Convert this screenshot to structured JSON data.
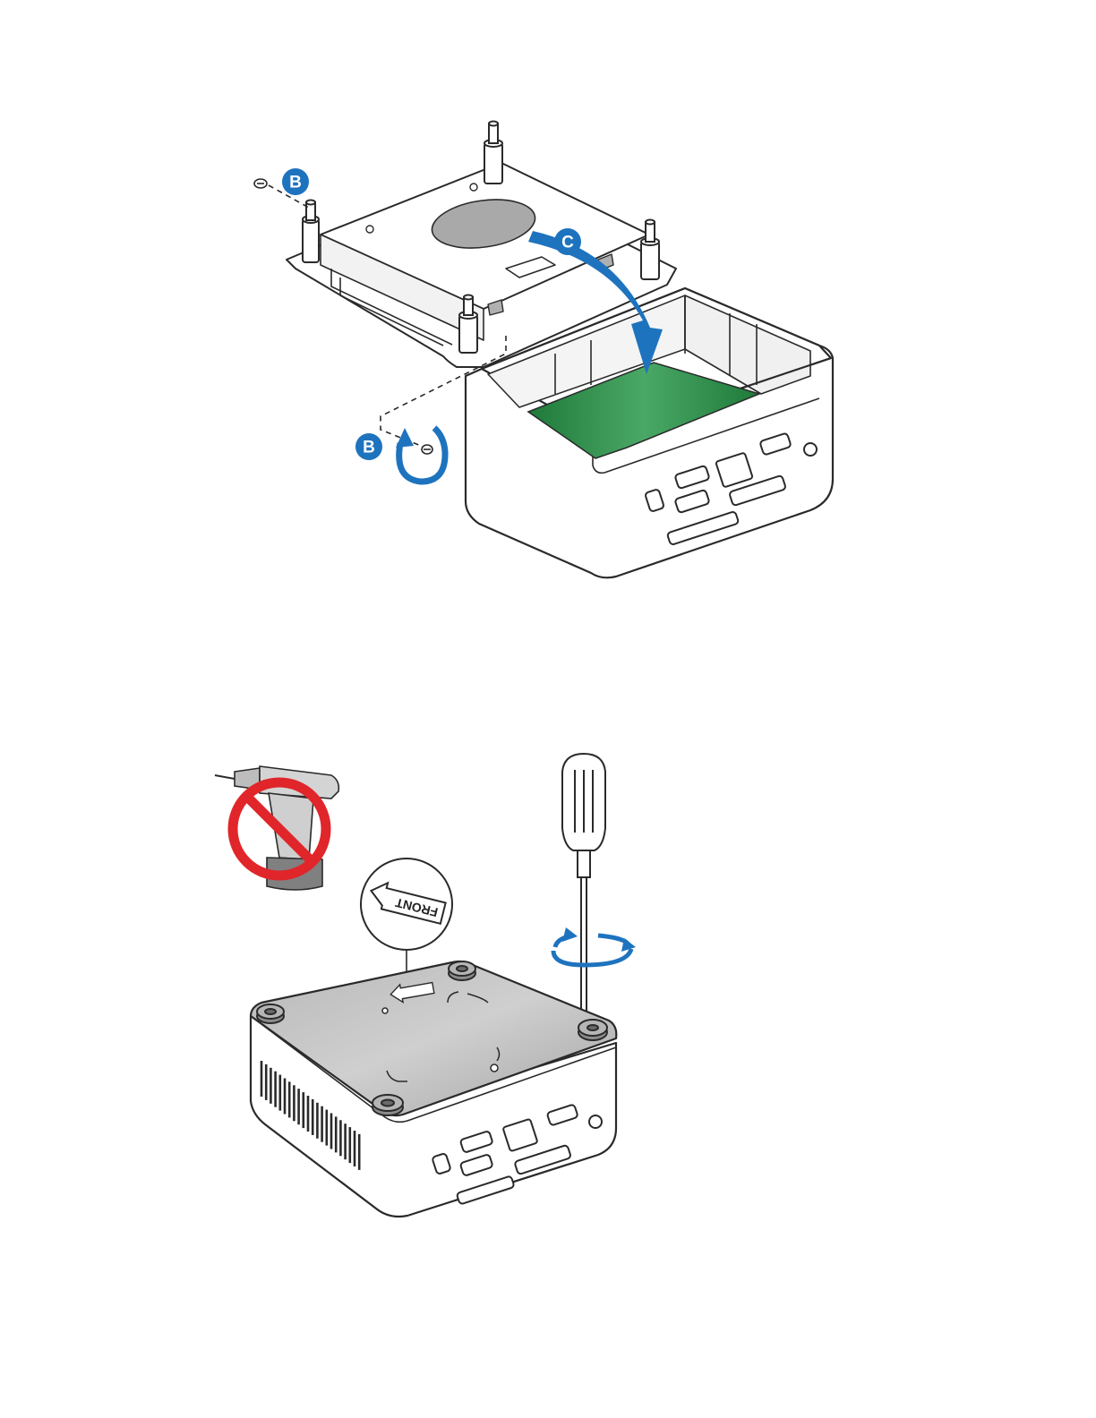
{
  "figure1": {
    "callouts": [
      {
        "id": "b-top",
        "label": "B"
      },
      {
        "id": "c",
        "label": "C"
      },
      {
        "id": "b-bottom",
        "label": "B"
      }
    ]
  },
  "figure2": {
    "front_label": "FRONT"
  },
  "colors": {
    "accent_blue": "#1e73be",
    "board_green": "#2e8b4a",
    "prohibit_red": "#e0262a",
    "outline": "#2a2a2a",
    "lid_gray": "#a9a9a9"
  }
}
